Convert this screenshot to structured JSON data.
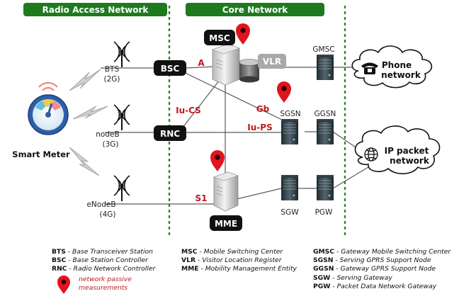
{
  "sections": {
    "ran": "Radio Access Network",
    "core": "Core Network"
  },
  "nodes": {
    "msc": "MSC",
    "vlr": "VLR",
    "gmsc": "GMSC",
    "bsc": "BSC",
    "rnc": "RNC",
    "sgsn": "SGSN",
    "ggsn": "GGSN",
    "mme": "MME",
    "sgw": "SGW",
    "pgw": "PGW",
    "bts": "BTS",
    "bts_gen": "(2G)",
    "nodeb": "nodeB",
    "nodeb_gen": "(3G)",
    "enodeb": "eNodeB",
    "enodeb_gen": "(4G)",
    "smart_meter": "Smart Meter"
  },
  "interfaces": {
    "a": "A",
    "iucs": "Iu-CS",
    "gb": "Gb",
    "iups": "Iu-PS",
    "s1": "S1"
  },
  "clouds": {
    "phone_line1": "Phone",
    "phone_line2": "network",
    "ip_line1": "IP packet",
    "ip_line2": "network"
  },
  "legend": {
    "col1": [
      {
        "abbr": "BTS",
        "text": "Base Transceiver Station"
      },
      {
        "abbr": "BSC",
        "text": "Base Station Controller"
      },
      {
        "abbr": "RNC",
        "text": "Radio Network Controller"
      }
    ],
    "pin_line1": "network passive",
    "pin_line2": "measurements",
    "col2": [
      {
        "abbr": "MSC",
        "text": "Mobile Switching Center"
      },
      {
        "abbr": "VLR",
        "text": "Visitor Location Register"
      },
      {
        "abbr": "MME",
        "text": "Mobility Management Entity"
      }
    ],
    "col3": [
      {
        "abbr": "GMSC",
        "text": "Gateway Mobile Switching Center"
      },
      {
        "abbr": "SGSN",
        "text": "Serving GPRS Support Node"
      },
      {
        "abbr": "GGSN",
        "text": "Gateway GPRS Support Node"
      },
      {
        "abbr": "SGW",
        "text": "Serving Gateway"
      },
      {
        "abbr": "PGW",
        "text": "Packet Data Network Gateway"
      }
    ]
  },
  "colors": {
    "section_green": "#1e7a1e",
    "divider_green": "#2a8a2a",
    "interface_red": "#c0191f",
    "pin_red": "#e0141e",
    "node_black": "#111111",
    "vlr_gray": "#a9a9a9"
  }
}
